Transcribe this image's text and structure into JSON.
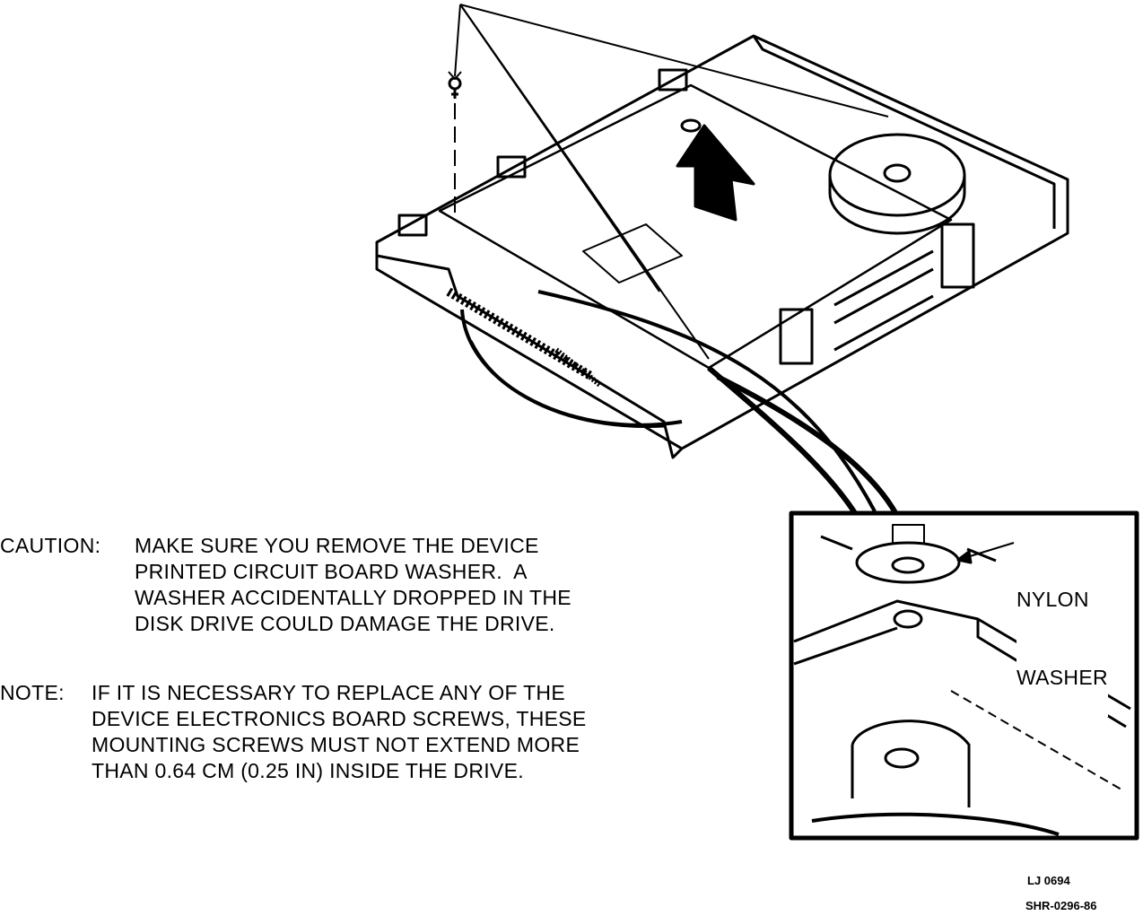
{
  "caution": {
    "label": "CAUTION:",
    "lines": [
      "MAKE SURE YOU REMOVE THE DEVICE",
      "PRINTED CIRCUIT BOARD WASHER.  A",
      "WASHER ACCIDENTALLY DROPPED IN THE",
      "DISK DRIVE COULD DAMAGE THE DRIVE."
    ]
  },
  "note": {
    "label": "NOTE:",
    "lines": [
      "IF IT IS NECESSARY TO REPLACE ANY OF THE",
      "DEVICE ELECTRONICS BOARD SCREWS, THESE",
      "MOUNTING SCREWS MUST NOT EXTEND MORE",
      "THAN 0.64 CM (0.25 IN) INSIDE THE DRIVE."
    ]
  },
  "callout": {
    "line1": "NYLON",
    "line2": "WASHER"
  },
  "figure_ids": {
    "id1": "LJ 0694",
    "id2": "SHR-0296-86"
  }
}
